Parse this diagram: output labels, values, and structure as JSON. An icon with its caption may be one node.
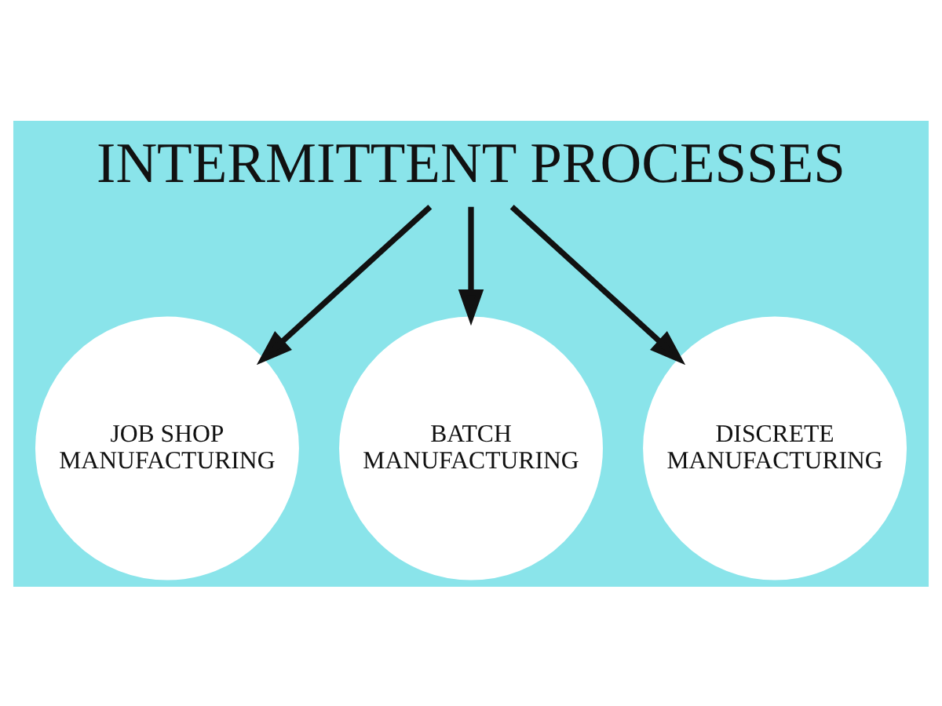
{
  "diagram": {
    "nodes": [
      {
        "text": [
          "INTERMITTENT PROCESSES"
        ]
      },
      {
        "text": [
          "JOB SHOP MANUFACTURING"
        ]
      },
      {
        "text": [
          "BATCH MANUFACTURING"
        ]
      },
      {
        "text": [
          "DISCRETE MANUFACTURING"
        ]
      }
    ],
    "edges": [
      {
        "from": 0,
        "to": 1,
        "arrow": "to"
      },
      {
        "from": 0,
        "to": 2,
        "arrow": "to"
      },
      {
        "from": 0,
        "to": 3,
        "arrow": "to"
      }
    ]
  }
}
